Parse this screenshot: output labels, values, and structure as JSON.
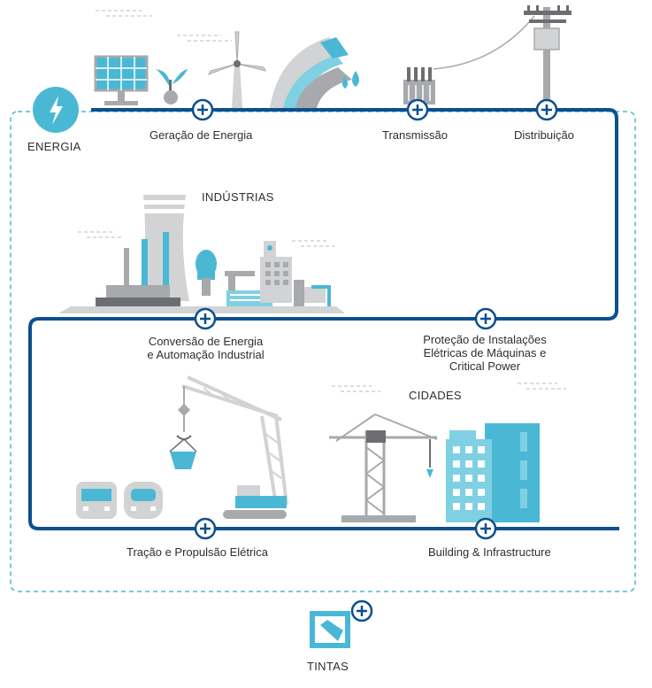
{
  "labels": {
    "energia": "ENERGIA",
    "geracao": "Geração de Energia",
    "transmissao": "Transmissão",
    "distribuicao": "Distribuição",
    "industrias": "INDÚSTRIAS",
    "conversao_line1": "Conversão de Energia",
    "conversao_line2": "e Automação Industrial",
    "protecao_line1": "Proteção de Instalações",
    "protecao_line2": "Elétricas de Máquinas e",
    "protecao_line3": "Critical Power",
    "cidades": "CIDADES",
    "tracao": "Tração e Propulsão Elétrica",
    "building": "Building & Infrastructure",
    "tintas": "TINTAS"
  },
  "colors": {
    "path": "#0d4f8f",
    "accent": "#4ab8d4",
    "light_accent": "#7fd0e3",
    "gray": "#a7a9ac",
    "dark_gray": "#6d6e71",
    "light_gray": "#d1d3d4"
  }
}
